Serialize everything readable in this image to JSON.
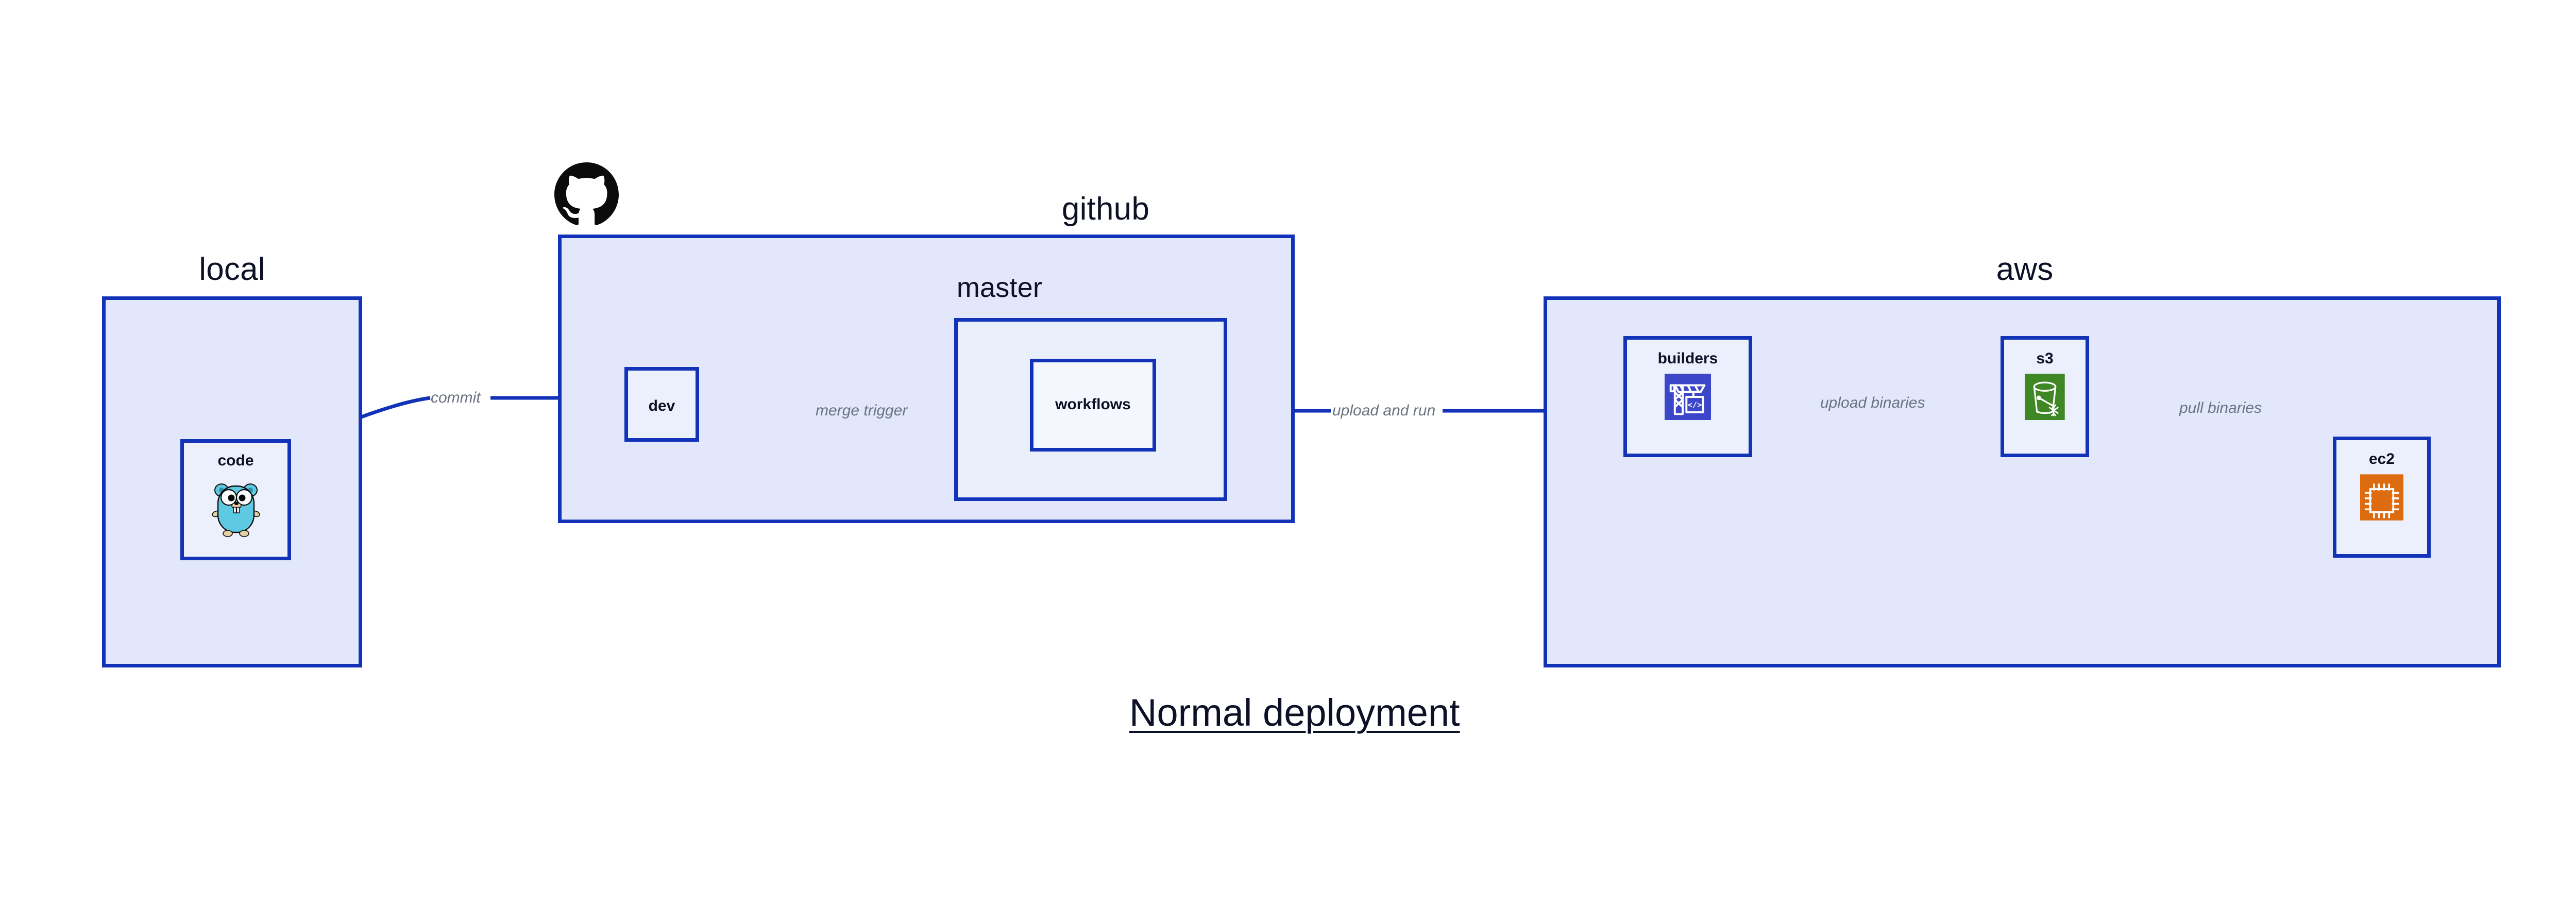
{
  "diagram": {
    "title": "Normal deployment",
    "colors": {
      "zone_border": "#1232b8",
      "zone_fill": "#e2e7fb",
      "node_fill": "#ebf0fc",
      "edge_stroke": "#1232b8",
      "edge_label": "#6b7280",
      "heading_text": "#0d1126",
      "github_logo": "#000000",
      "gopher_body": "#5dc9e2",
      "builders_icon_bg": "#3c46c8",
      "s3_icon_bg": "#3f8624",
      "ec2_icon_bg": "#dd6b10"
    }
  },
  "zones": [
    {
      "id": "local",
      "label": "local"
    },
    {
      "id": "github",
      "label": "github"
    },
    {
      "id": "aws",
      "label": "aws"
    }
  ],
  "subzones": [
    {
      "id": "master",
      "label": "master"
    }
  ],
  "nodes": [
    {
      "id": "code",
      "label": "code",
      "icon": "go-gopher-icon"
    },
    {
      "id": "dev",
      "label": "dev",
      "icon": "none"
    },
    {
      "id": "workflows",
      "label": "workflows",
      "icon": "none"
    },
    {
      "id": "builders",
      "label": "builders",
      "icon": "aws-crane-builders-icon"
    },
    {
      "id": "s3",
      "label": "s3",
      "icon": "aws-s3-bucket-icon"
    },
    {
      "id": "ec2",
      "label": "ec2",
      "icon": "aws-ec2-chip-icon"
    }
  ],
  "edges": [
    {
      "id": "commit",
      "from": "code",
      "to": "dev",
      "label": "commit"
    },
    {
      "id": "merge-trigger",
      "from": "dev",
      "to": "workflows",
      "label": "merge trigger"
    },
    {
      "id": "upload-and-run",
      "from": "workflows",
      "to": "builders",
      "label": "upload and run"
    },
    {
      "id": "upload-binaries",
      "from": "builders",
      "to": "s3",
      "label": "upload binaries"
    },
    {
      "id": "pull-binaries",
      "from": "s3",
      "to": "ec2",
      "label": "pull binaries"
    }
  ],
  "icons": {
    "github_logo": "github-octocat-icon"
  }
}
